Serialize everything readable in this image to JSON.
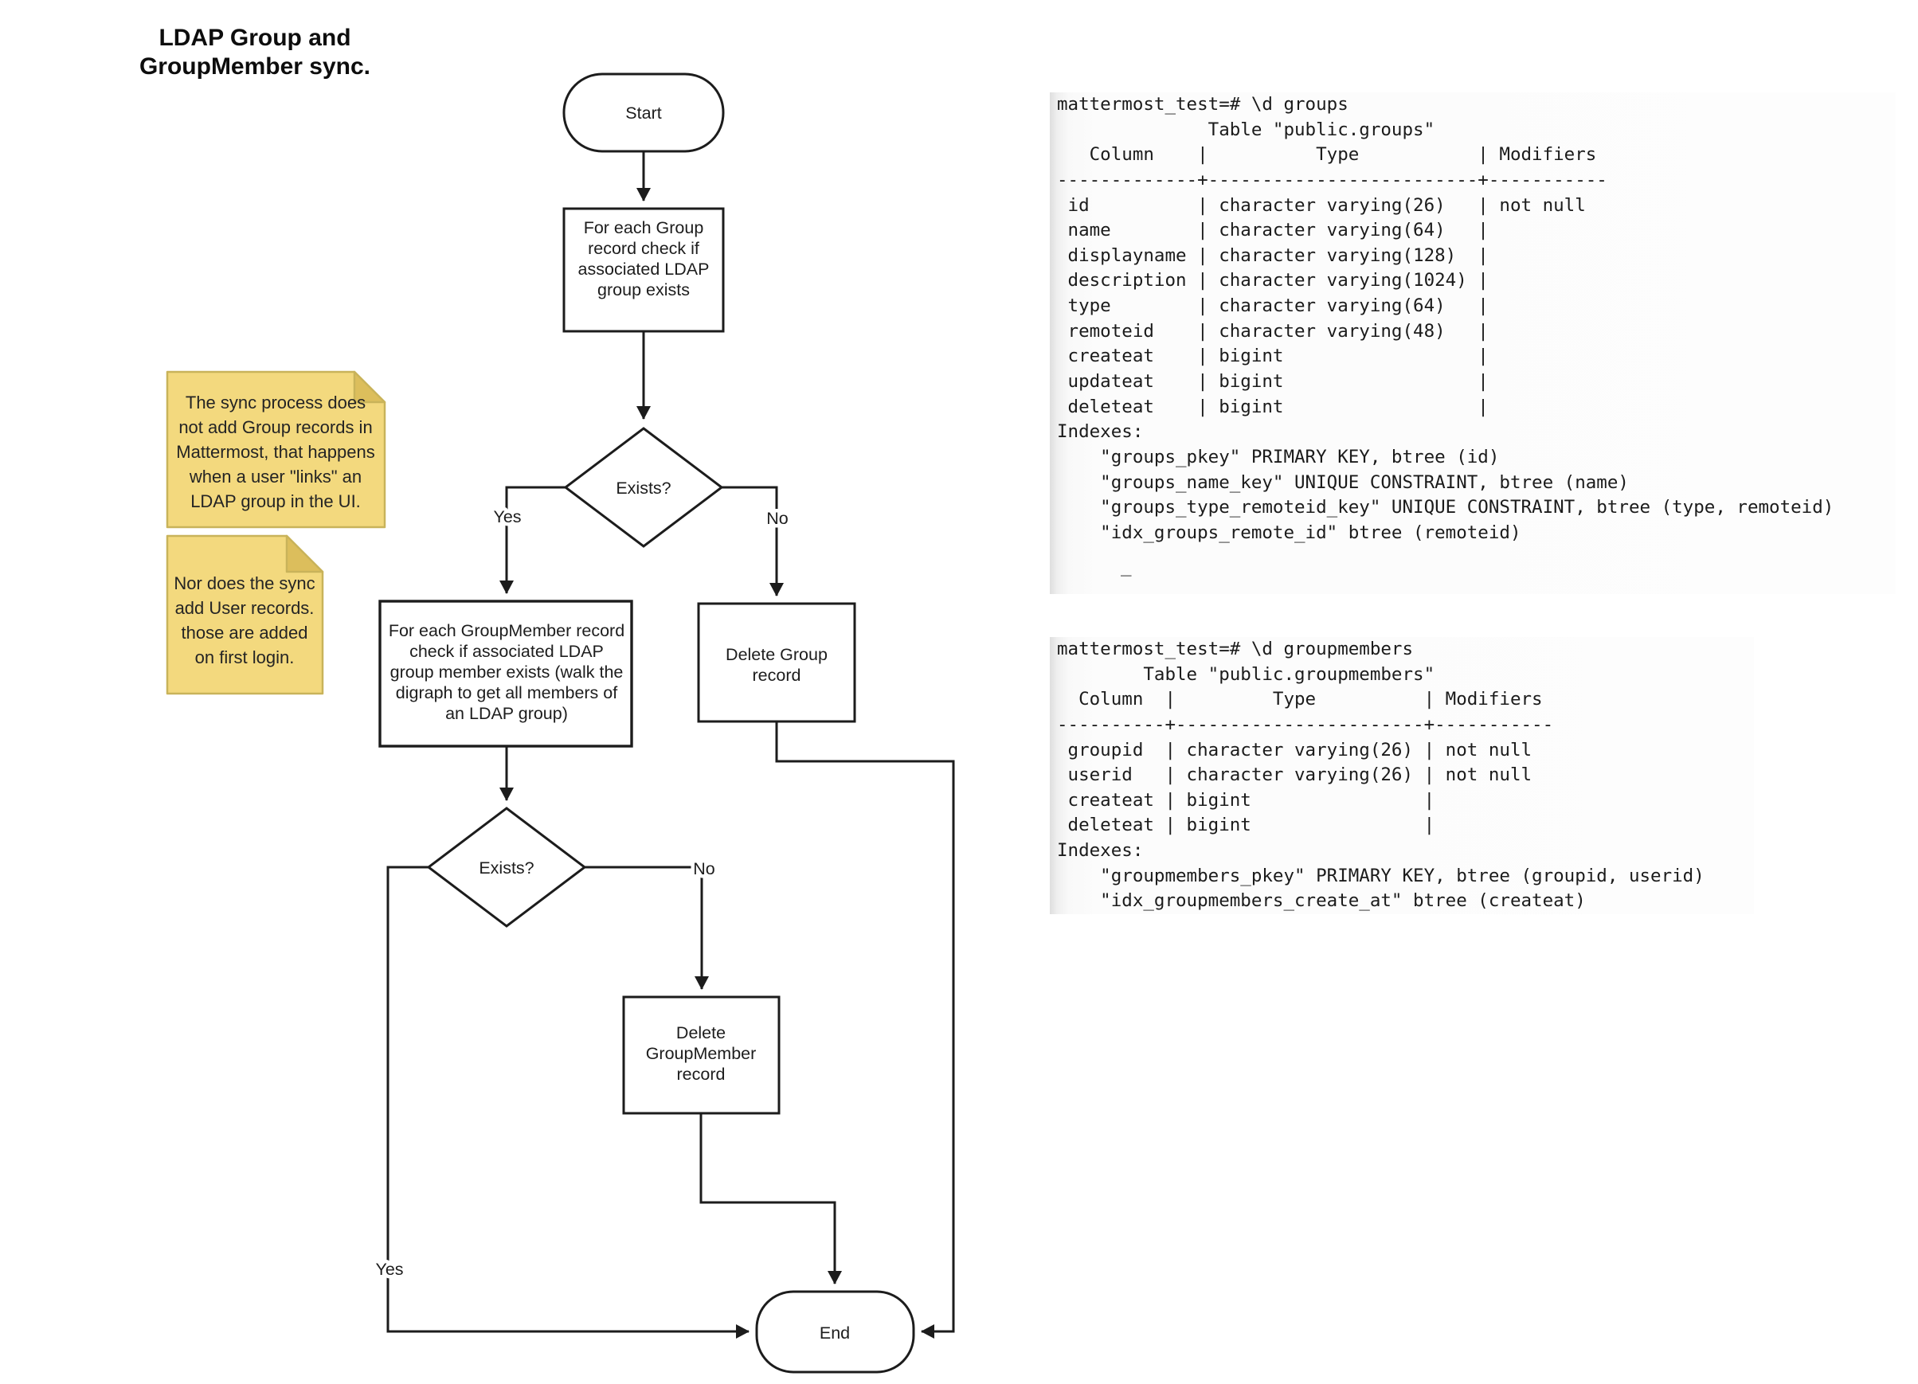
{
  "title": {
    "line1": "LDAP Group and",
    "line2": "GroupMember sync."
  },
  "flowchart": {
    "nodes": {
      "start": "Start",
      "check_group": [
        "For each Group",
        "record check if",
        "associated LDAP",
        "group exists"
      ],
      "exists_group": "Exists?",
      "check_groupmember": [
        "For each GroupMember record",
        "check if associated LDAP",
        "group member exists (walk the",
        "digraph to get all members of",
        "an LDAP group)"
      ],
      "delete_group": [
        "Delete Group",
        "record"
      ],
      "exists_groupmember": "Exists?",
      "delete_groupmember": [
        "Delete",
        "GroupMember",
        "record"
      ],
      "end": "End"
    },
    "labels": {
      "yes1": "Yes",
      "no1": "No",
      "yes2": "Yes",
      "no2": "No"
    }
  },
  "notes": [
    {
      "lines": [
        "The sync process does",
        "not add Group records in",
        "Mattermost, that happens",
        "when a user \"links\" an",
        "LDAP group in the UI."
      ]
    },
    {
      "lines": [
        "Nor does the sync",
        "add User records.",
        "those are added",
        "on first login."
      ]
    }
  ],
  "terminals": [
    {
      "lines": [
        "mattermost_test=# \\d groups",
        "              Table \"public.groups\"",
        "   Column    |          Type           | Modifiers",
        "-------------+-------------------------+-----------",
        " id          | character varying(26)   | not null",
        " name        | character varying(64)   |",
        " displayname | character varying(128)  |",
        " description | character varying(1024) |",
        " type        | character varying(64)   |",
        " remoteid    | character varying(48)   |",
        " createat    | bigint                  |",
        " updateat    | bigint                  |",
        " deleteat    | bigint                  |",
        "Indexes:",
        "    \"groups_pkey\" PRIMARY KEY, btree (id)",
        "    \"groups_name_key\" UNIQUE CONSTRAINT, btree (name)",
        "    \"groups_type_remoteid_key\" UNIQUE CONSTRAINT, btree (type, remoteid)",
        "    \"idx_groups_remote_id\" btree (remoteid)"
      ],
      "cursor": "_"
    },
    {
      "lines": [
        "mattermost_test=# \\d groupmembers",
        "        Table \"public.groupmembers\"",
        "  Column  |         Type          | Modifiers",
        "----------+-----------------------+-----------",
        " groupid  | character varying(26) | not null",
        " userid   | character varying(26) | not null",
        " createat | bigint                |",
        " deleteat | bigint                |",
        "Indexes:",
        "    \"groupmembers_pkey\" PRIMARY KEY, btree (groupid, userid)",
        "    \"idx_groupmembers_create_at\" btree (createat)"
      ]
    }
  ],
  "colors": {
    "note_fill": "#f3d97e",
    "note_fold": "#dcbe5c",
    "note_border": "#c9b35a",
    "line": "#1c1c1c"
  }
}
